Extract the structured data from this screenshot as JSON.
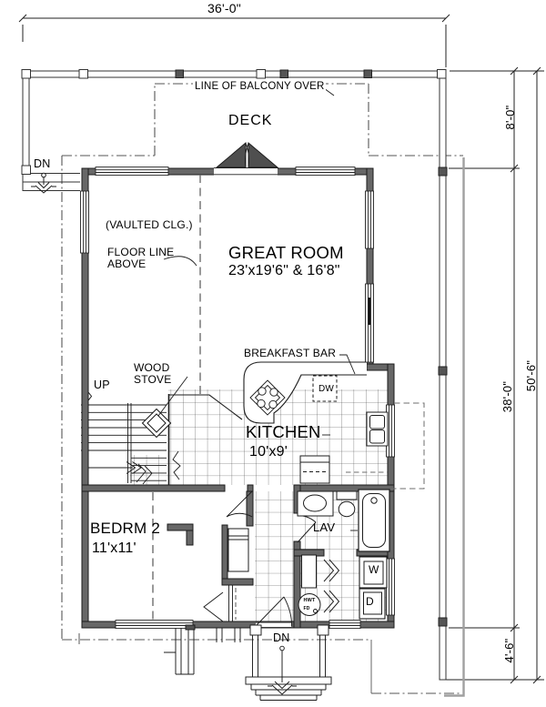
{
  "drawing": {
    "dimensions": {
      "overall_width": "36'-0\"",
      "deck_depth": "8'-0\"",
      "main_depth": "38'-0\"",
      "porch_depth": "4'-6\"",
      "overall_depth": "50'-6\""
    },
    "rooms": {
      "deck": "DECK",
      "great_room": "GREAT ROOM",
      "great_room_size": "23'x19'6\" & 16'8\"",
      "kitchen": "KITCHEN",
      "kitchen_size": "10'x9'",
      "bedroom2": "BEDRM 2",
      "bedroom2_size": "11'x11'",
      "lav": "LAV"
    },
    "notes": {
      "balcony_line": "LINE OF BALCONY OVER",
      "vaulted": "(VAULTED CLG.)",
      "floor_line": "FLOOR LINE\nABOVE",
      "breakfast_bar": "BREAKFAST BAR",
      "wood_stove": "WOOD\nSTOVE",
      "up": "UP",
      "dn_deck": "DN",
      "dn_porch": "DN"
    },
    "appliances": {
      "dishwasher": "DW",
      "washer": "W",
      "dryer": "D",
      "water_heater": "HWT",
      "floor_drain": "FD"
    }
  }
}
